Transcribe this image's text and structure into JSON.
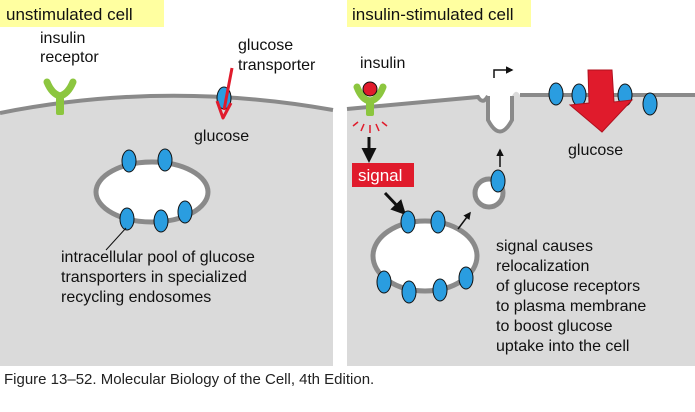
{
  "left_panel": {
    "title": "unstimulated cell",
    "receptor_label": [
      "insulin",
      "receptor"
    ],
    "transporter_label": [
      "glucose",
      "transporter"
    ],
    "glucose_label": "glucose",
    "pool_label": [
      "intracellular pool of glucose",
      "transporters in specialized",
      "recycling endosomes"
    ]
  },
  "right_panel": {
    "title": "insulin-stimulated cell",
    "insulin_label": "insulin",
    "signal_label": "signal",
    "glucose_label": "glucose",
    "explanation": [
      "signal causes",
      "relocalization",
      "of glucose receptors",
      "to plasma membrane",
      "to boost glucose",
      "uptake into the cell"
    ]
  },
  "caption": "Figure 13–52. Molecular Biology of the Cell, 4th Edition.",
  "colors": {
    "title_bg": "#ffffa0",
    "cytoplasm": "#dadada",
    "membrane": "#8a8a8a",
    "transporter": "#2a9de0",
    "receptor": "#8cc63f",
    "insulin": "#e01b2c",
    "signal_box": "#e01b2c",
    "glucose_arrow": "#e01b2c"
  }
}
